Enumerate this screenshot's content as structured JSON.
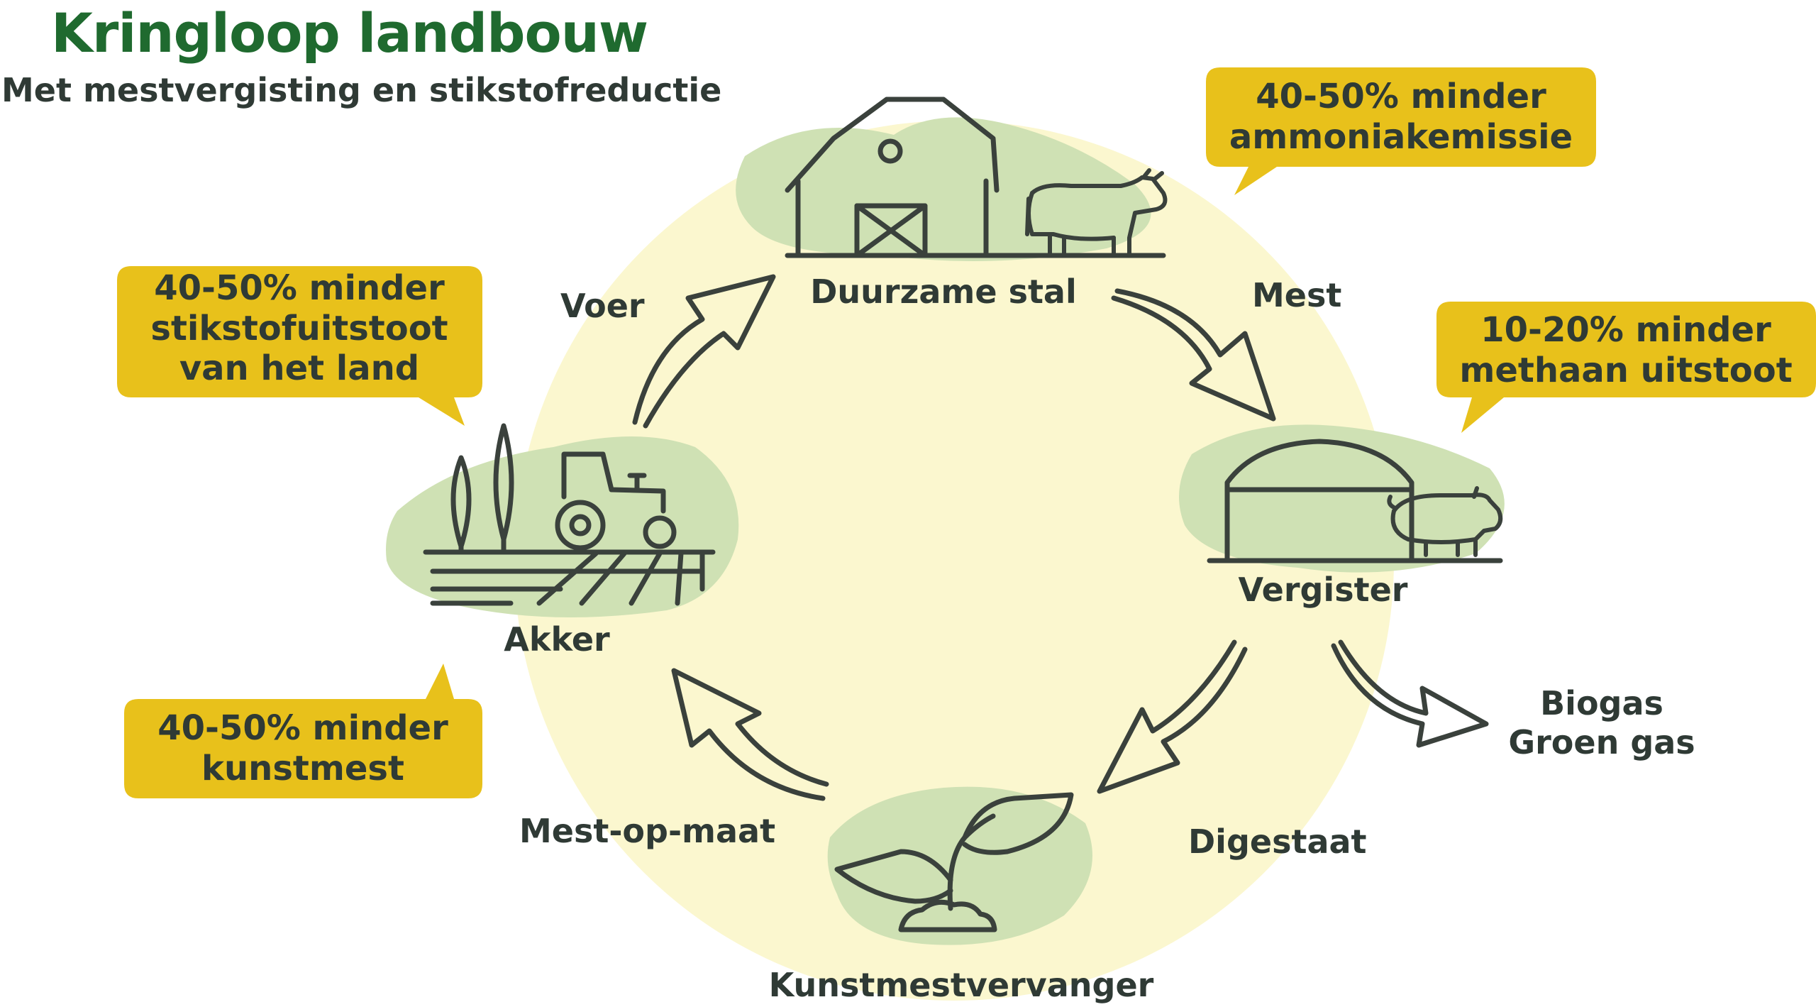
{
  "header": {
    "title": "Kringloop landbouw",
    "subtitle": "Met mestvergisting en stikstofreductie"
  },
  "colors": {
    "title": "#1f6a2f",
    "text": "#2f3a35",
    "circle_fill": "#fbf7cf",
    "green_patch": "#cfe1b4",
    "bubble": "#e8c11b",
    "line": "#3a413c"
  },
  "nodes": {
    "stal": "Duurzame stal",
    "vergister": "Vergister",
    "kunstmestvervanger": "Kunstmestvervanger",
    "akker": "Akker"
  },
  "flows": {
    "mest": "Mest",
    "digestaat": "Digestaat",
    "mest_op_maat": "Mest-op-maat",
    "voer": "Voer",
    "biogas": "Biogas",
    "groen_gas": "Groen gas"
  },
  "bubbles": {
    "ammoniak": [
      "40-50% minder",
      "ammoniakemissie"
    ],
    "methaan": [
      "10-20% minder",
      "methaan uitstoot"
    ],
    "stikstof": [
      "40-50% minder",
      "stikstofuitstoot",
      "van het land"
    ],
    "kunstmest": [
      "40-50% minder",
      "kunstmest"
    ]
  },
  "icons": [
    "barn-icon",
    "cow-icon",
    "digester-icon",
    "pig-icon",
    "sprout-icon",
    "tractor-icon",
    "tree-icon",
    "field-icon",
    "arrow-icon"
  ]
}
